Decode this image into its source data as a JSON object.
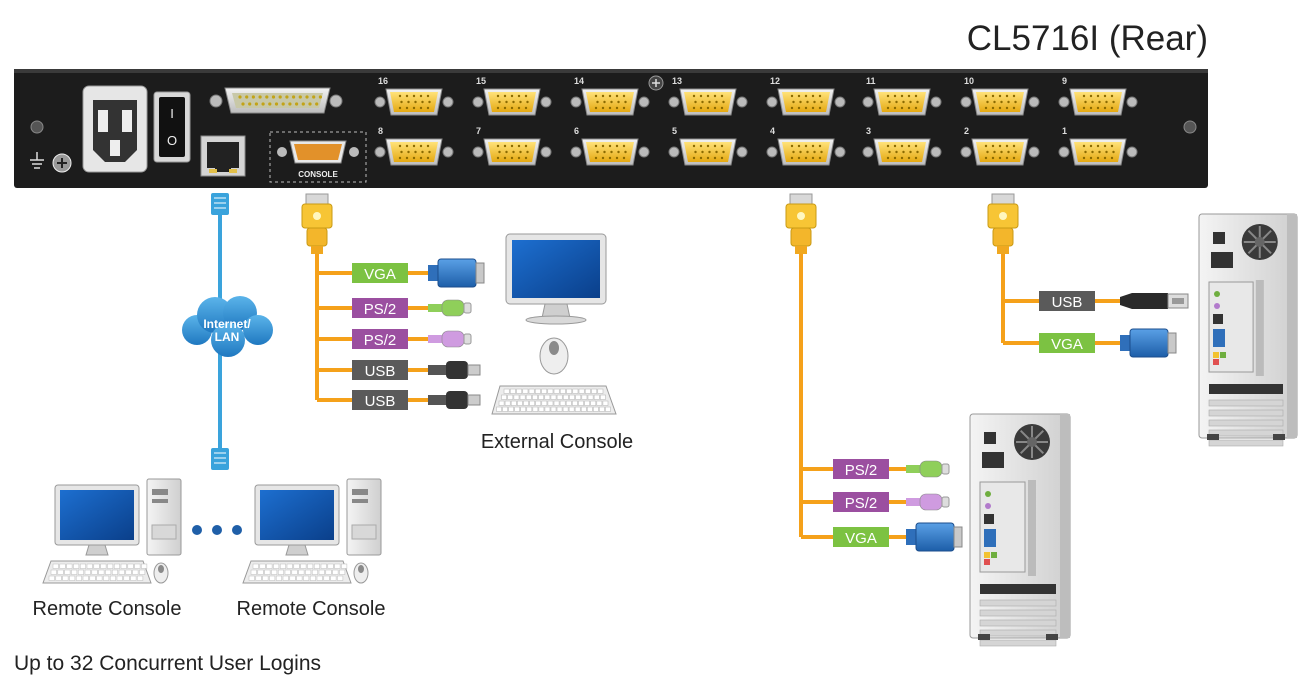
{
  "title": "CL5716I (Rear)",
  "port_numbers_top": [
    "16",
    "15",
    "14",
    "13",
    "12",
    "11",
    "10",
    "9"
  ],
  "port_numbers_bottom": [
    "8",
    "7",
    "6",
    "5",
    "4",
    "3",
    "2",
    "1"
  ],
  "console_port_label": "CONSOLE",
  "power_switch_on": "I",
  "power_switch_off": "O",
  "cloud_label": "Internet/ LAN",
  "cloud_label_line1": "Internet/",
  "cloud_label_line2": "LAN",
  "external_console": {
    "caption": "External Console",
    "cables": [
      {
        "label": "VGA",
        "color": "#7cc242"
      },
      {
        "label": "PS/2",
        "color": "#9b4fa0"
      },
      {
        "label": "PS/2",
        "color": "#9b4fa0"
      },
      {
        "label": "USB",
        "color": "#5a5a5a"
      },
      {
        "label": "USB",
        "color": "#5a5a5a"
      }
    ]
  },
  "server_usb": {
    "cables": [
      {
        "label": "USB",
        "color": "#5a5a5a"
      },
      {
        "label": "VGA",
        "color": "#7cc242"
      }
    ]
  },
  "server_ps2": {
    "cables": [
      {
        "label": "PS/2",
        "color": "#9b4fa0"
      },
      {
        "label": "PS/2",
        "color": "#9b4fa0"
      },
      {
        "label": "VGA",
        "color": "#7cc242"
      }
    ]
  },
  "remote_consoles": [
    "Remote Console",
    "Remote Console"
  ],
  "footer": "Up to 32 Concurrent User Logins",
  "colors": {
    "cable_orange": "#f5a11a",
    "port_yellow": "#f4c430",
    "panel_dark": "#1c1c1c",
    "network_blue": "#3aa3dc",
    "cloud_blue": "#2f8fd2"
  }
}
